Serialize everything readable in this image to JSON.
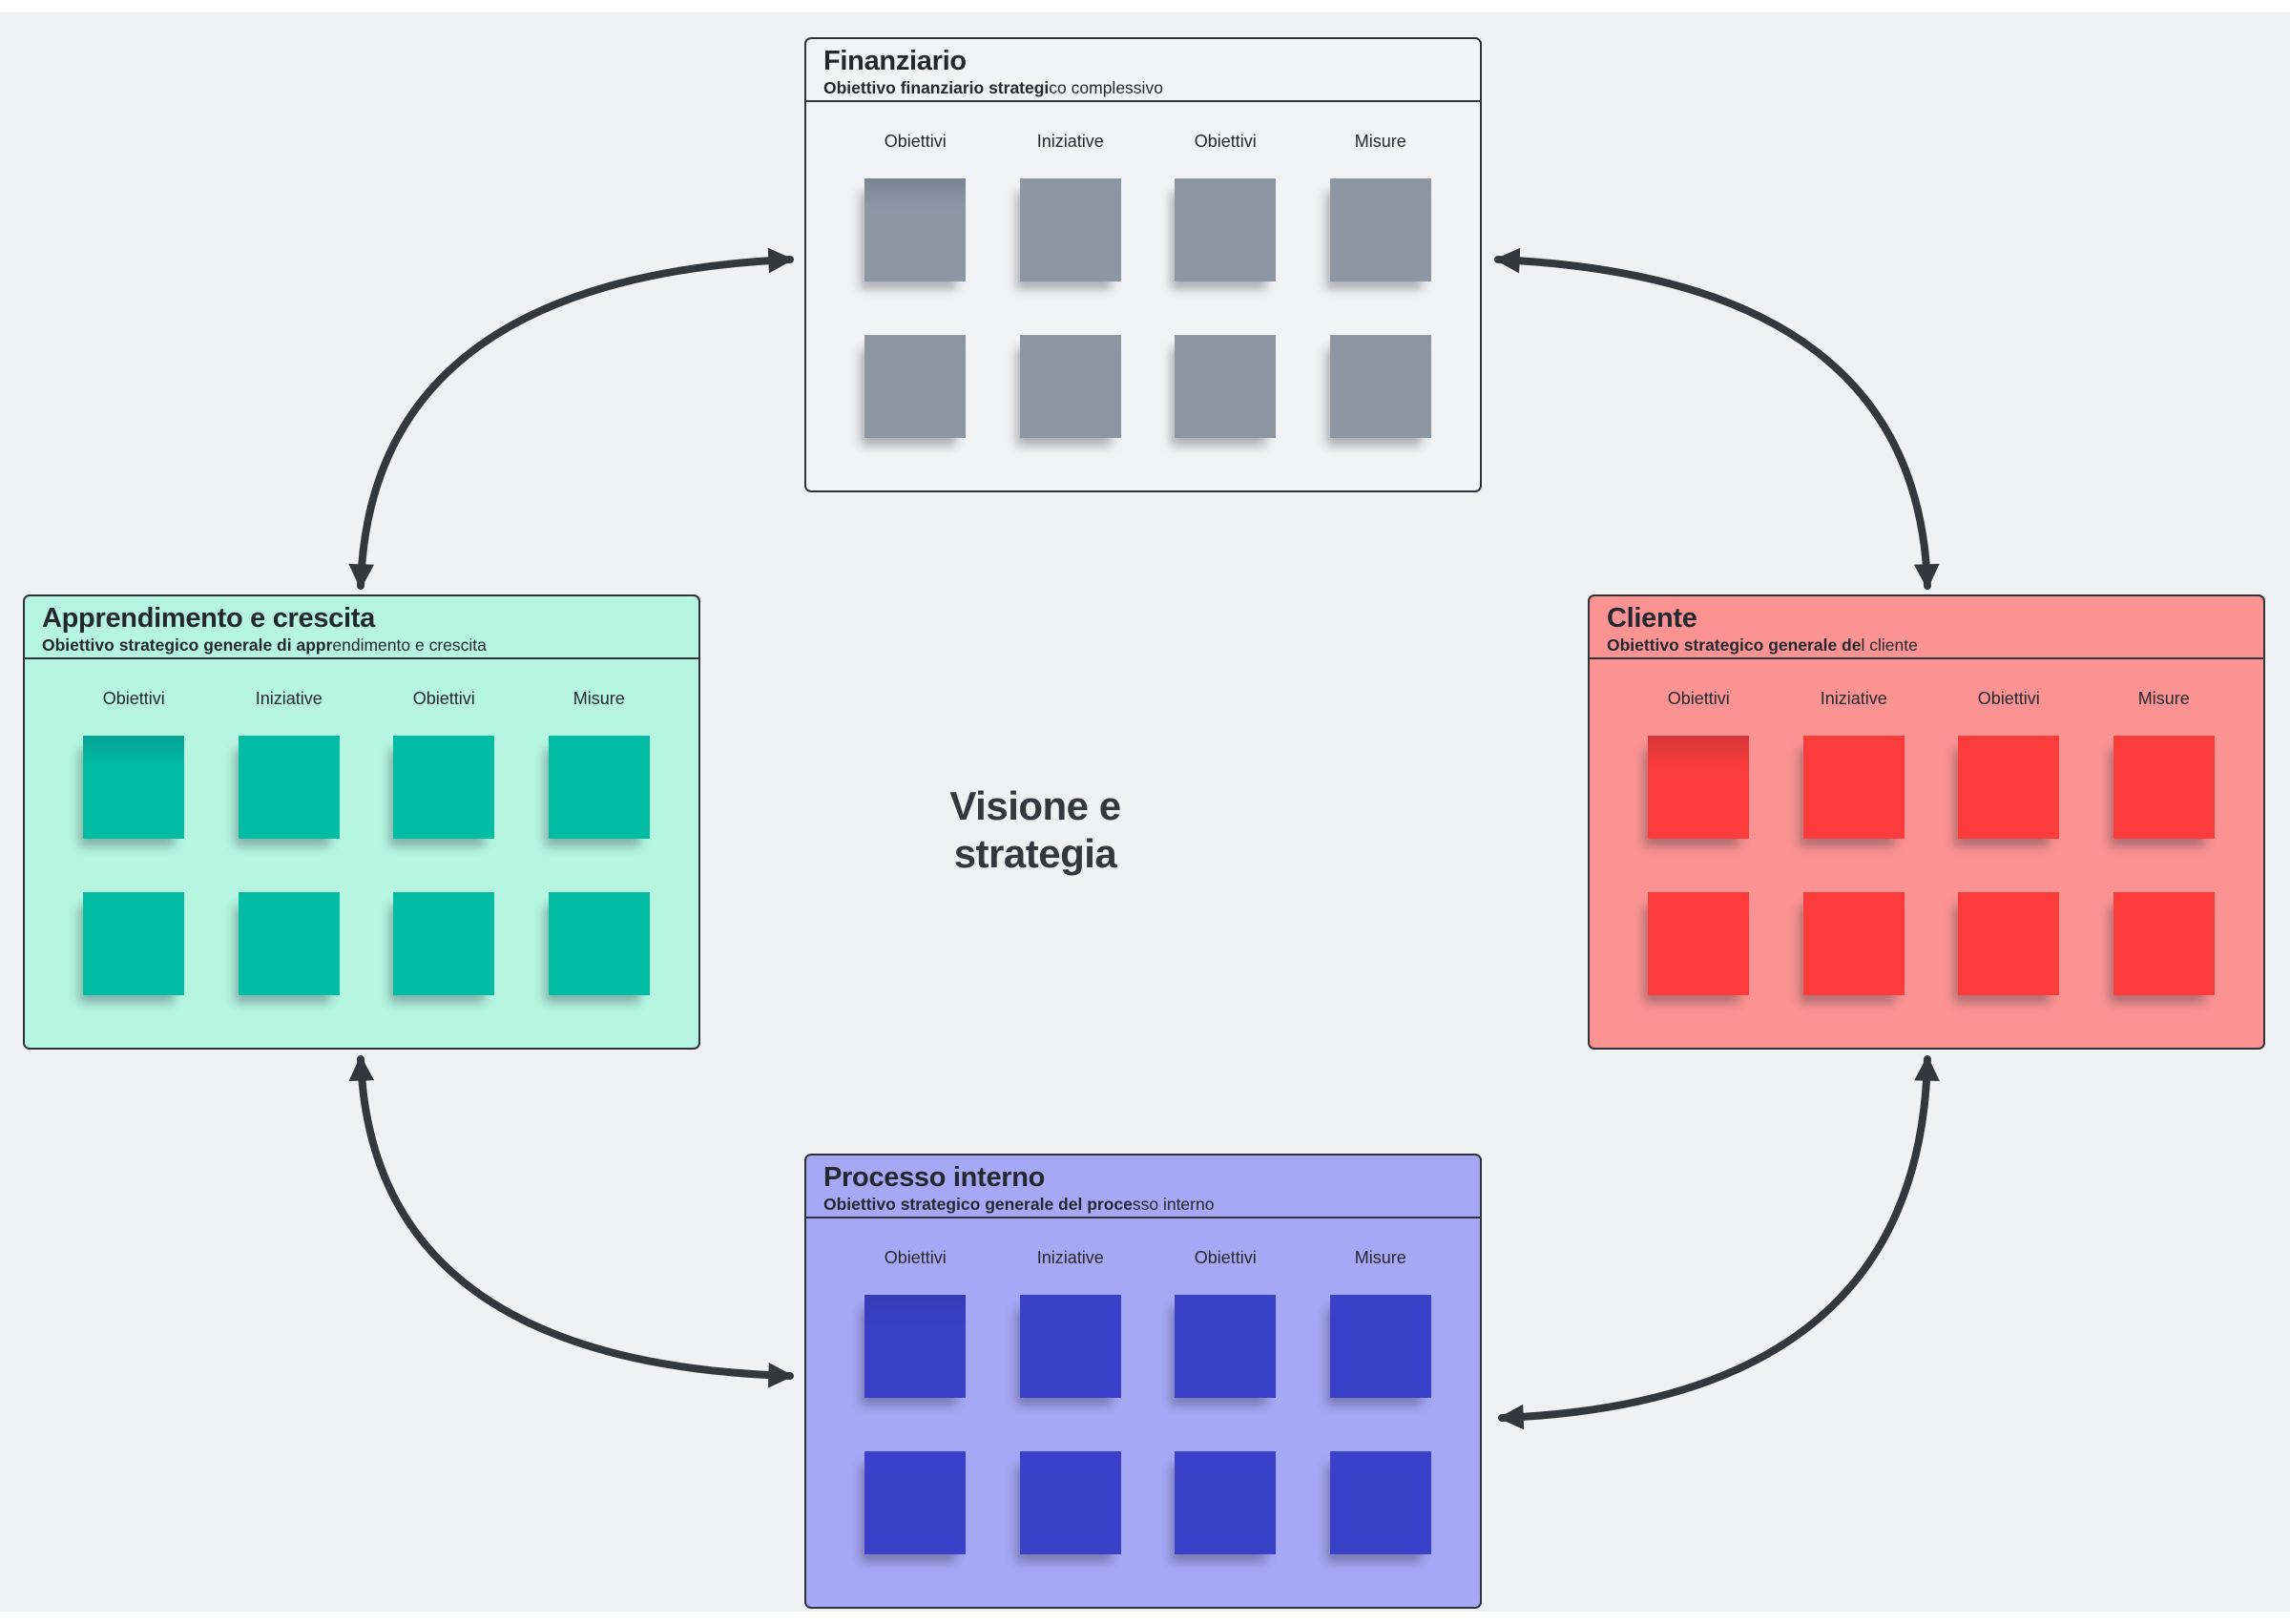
{
  "colors": {
    "background": "#f0f1f3",
    "chrome": "#ffffff",
    "line": "#2e333a",
    "ink": "#23282e",
    "arrow": "#33383e"
  },
  "center_label": "Visione e\nstrategia",
  "panels": [
    {
      "title": "Finanziario",
      "subtitle_bold": "Obiettivo finanziario strategi",
      "subtitle_rest": "co complessivo",
      "fill": "#f2f3f5",
      "note_color": "#8d97a4",
      "columns": [
        "Obiettivi",
        "Iniziative",
        "Obiettivi",
        "Misure"
      ]
    },
    {
      "title": "Apprendimento e crescita",
      "subtitle_bold": "Obiettivo strategico generale di appr",
      "subtitle_rest": "endimento e crescita",
      "fill": "#b6f6e1",
      "note_color": "#02bda4",
      "columns": [
        "Obiettivi",
        "Iniziative",
        "Obiettivi",
        "Misure"
      ]
    },
    {
      "title": "Cliente",
      "subtitle_bold": "Obiettivo strategico generale de",
      "subtitle_rest": "l cliente",
      "fill": "#fb9393",
      "note_color": "#fb3c3a",
      "columns": [
        "Obiettivi",
        "Iniziative",
        "Obiettivi",
        "Misure"
      ]
    },
    {
      "title": "Processo interno",
      "subtitle_bold": "Obiettivo strategico generale del proce",
      "subtitle_rest": "sso interno",
      "fill": "#a5a8f4",
      "note_color": "#3a40c7",
      "columns": [
        "Obiettivi",
        "Iniziative",
        "Obiettivi",
        "Misure"
      ]
    }
  ]
}
